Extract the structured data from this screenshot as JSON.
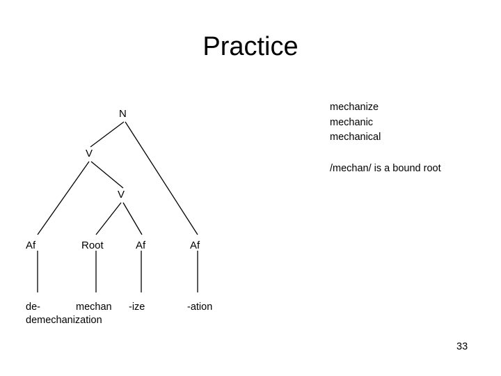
{
  "slide": {
    "title": "Practice",
    "page_number": "33",
    "background_color": "#ffffff",
    "text_color": "#000000"
  },
  "notes": {
    "examples": [
      "mechanize",
      "mechanic",
      "mechanical"
    ],
    "bound_root_note": "/mechan/ is a bound root"
  },
  "tree": {
    "nodes": {
      "root_n": "N",
      "mid_v": "V",
      "low_v": "V",
      "af_1": "Af",
      "root_cat": "Root",
      "af_2": "Af",
      "af_3": "Af"
    },
    "morphemes": {
      "prefix": "de-",
      "root": "mechan",
      "suffix_1": "-ize",
      "suffix_2": "-ation"
    },
    "whole_word": "demechanization",
    "line_color": "#000000"
  }
}
